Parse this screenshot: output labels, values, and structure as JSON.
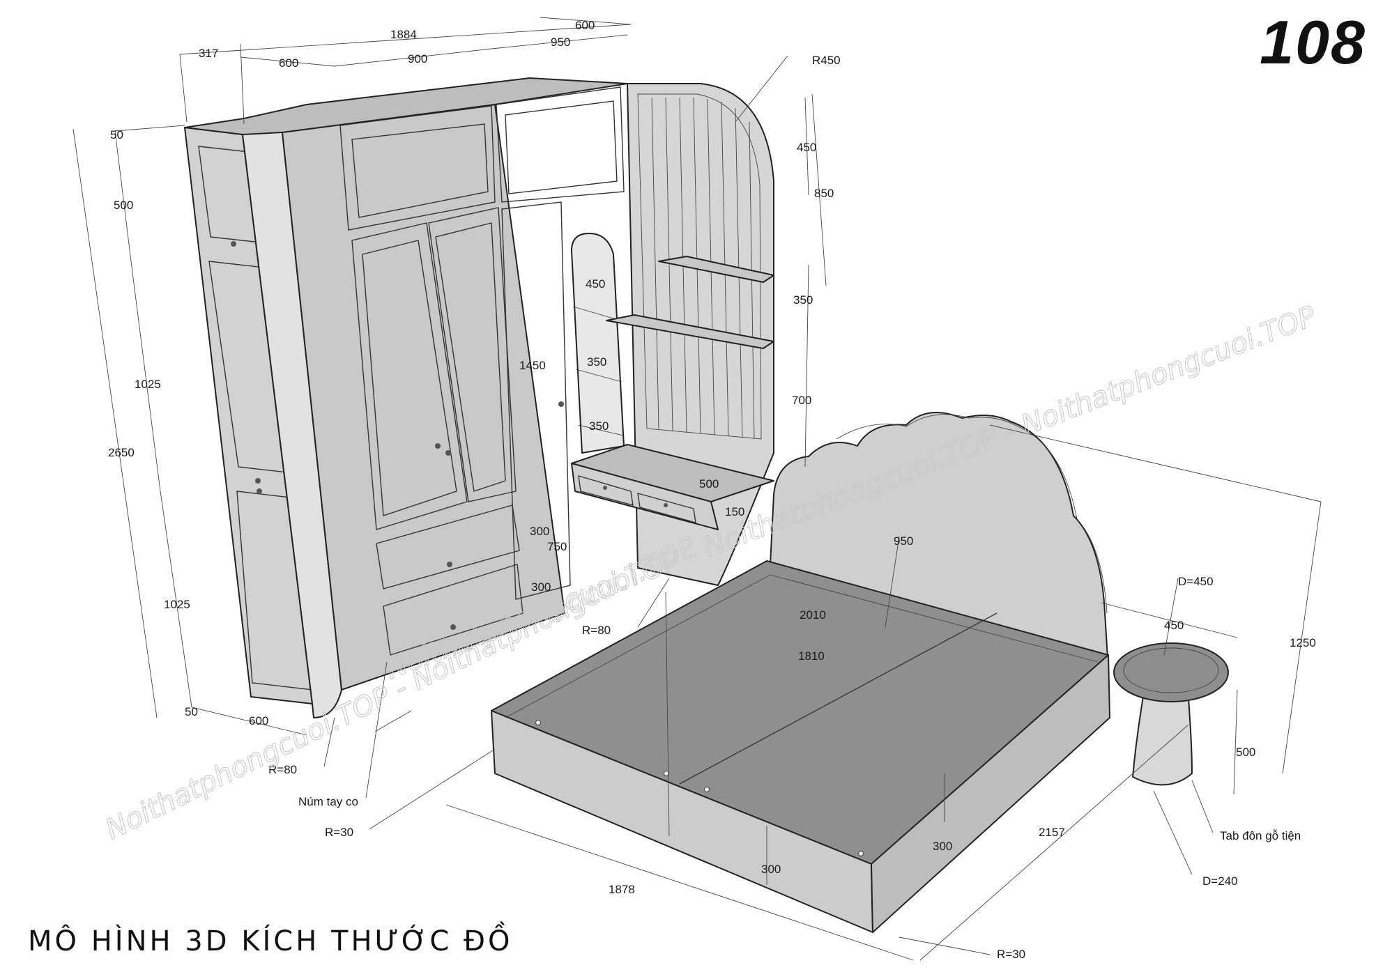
{
  "page_number": "108",
  "footer_title": "MÔ HÌNH 3D KÍCH THƯỚC ĐỒ",
  "watermarks": [
    "Noithatphongcuoi.TOP - Noithatphongcuoi.TOP - Noithatphongcuoi.TOP",
    "Noithatphongcuoi.TOP - Noithatphongcuoi.TOP"
  ],
  "dimensions": {
    "d317": "317",
    "d1884": "1884",
    "d600_top": "600",
    "d600_w": "600",
    "d900": "900",
    "d950_top": "950",
    "d50_top": "50",
    "d500_top": "500",
    "d1025_upper": "1025",
    "d2650": "2650",
    "d1025_lower": "1025",
    "d50_bottom": "50",
    "d600_bottom": "600",
    "r450": "R450",
    "d450_right": "450",
    "d850": "850",
    "d350_right": "350",
    "d700": "700",
    "d450_niche": "450",
    "d350_niche1": "350",
    "d350_niche2": "350",
    "d1450": "1450",
    "d300_a": "300",
    "d750": "750",
    "d300_b": "300",
    "d500_desk": "500",
    "d150": "150",
    "r80_desk": "R=80",
    "d950_head": "950",
    "d2010": "2010",
    "d1810": "1810",
    "d1250": "1250",
    "d450_stool": "450",
    "d500_stool": "500",
    "dia450": "D=450",
    "dia240": "D=240",
    "d2157": "2157",
    "d1878": "1878",
    "d300_bed_front": "300",
    "d300_bed_side": "300",
    "r30_left": "R=30",
    "r30_bottom": "R=30",
    "r80_wardrobe": "R=80"
  },
  "notes": {
    "knob": "Núm tay co",
    "stool": "Tab đôn gỗ tiện"
  },
  "colors": {
    "panel_light": "#d8d8d8",
    "panel_mid": "#c4c4c4",
    "panel_dark": "#9a9a9a",
    "bed_inner": "#8c8c8c",
    "line": "#222222"
  }
}
